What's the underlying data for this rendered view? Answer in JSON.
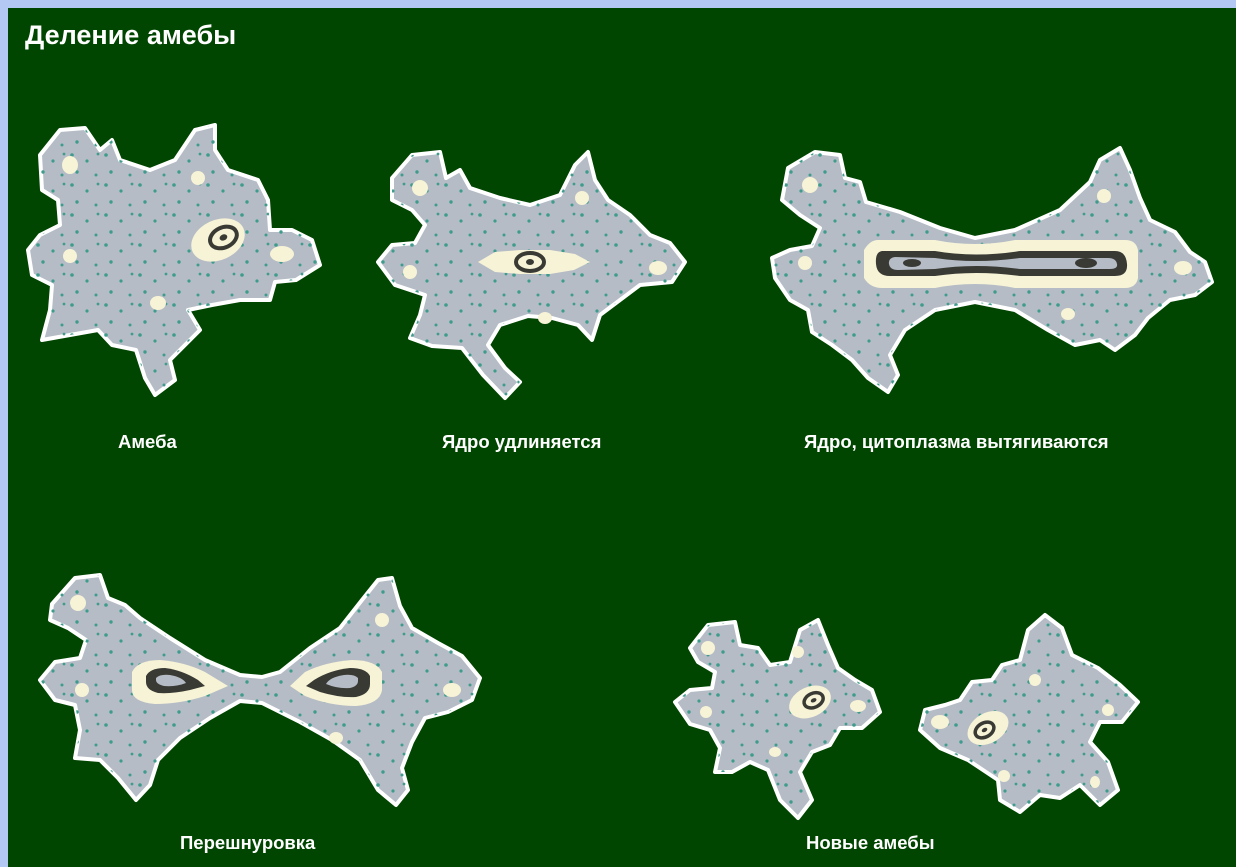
{
  "title": "Деление амебы",
  "stages": [
    {
      "caption": "Амеба"
    },
    {
      "caption": "Ядро удлиняется"
    },
    {
      "caption": "Ядро, цитоплазма вытягиваются"
    },
    {
      "caption": "Перешнуровка"
    },
    {
      "caption": "Новые амебы"
    }
  ],
  "colors": {
    "background": "#004500",
    "frame": "#b4c8f4",
    "cytoplasm": "#b5bcc6",
    "outline": "#ffffff",
    "nucleus": "#f7f3d6",
    "nucleus_ring": "#3a3a34",
    "granules": "#3f9c8c"
  }
}
